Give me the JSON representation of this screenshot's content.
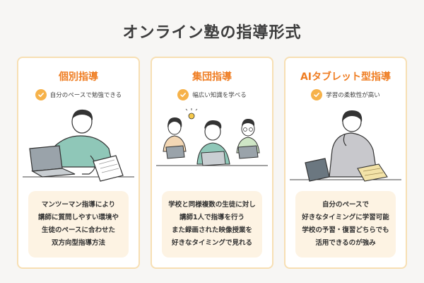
{
  "title": "オンライン塾の指導形式",
  "cards": [
    {
      "title": "個別指導",
      "feature": "自分のペースで勉強できる",
      "desc": [
        "マンツーマン指導により",
        "講師に質問しやすい環境や",
        "生徒のペースに合わせた",
        "双方向型指導方法"
      ]
    },
    {
      "title": "集団指導",
      "feature": "幅広い知識を学べる",
      "desc": [
        "学校と同様複数の生徒に対し",
        "講師1人で指導を行う",
        "また録画された映像授業を",
        "好きなタイミングで見れる"
      ]
    },
    {
      "title": "AIタブレット型指導",
      "feature": "学習の柔軟性が高い",
      "desc": [
        "自分のペースで",
        "好きなタイミングに学習可能",
        "学校の予習・復習どちらでも",
        "活用できるのが強み"
      ]
    }
  ],
  "colors": {
    "accent": "#ef7d22",
    "border": "#f7dfb3",
    "check": "#f6b24a",
    "desc_bg": "#fdf3e3",
    "shirt": "#8fc7b8"
  },
  "icons": [
    "check-icon",
    "lightbulb-icon",
    "laptop-icon",
    "tablet-icon",
    "document-icon"
  ]
}
